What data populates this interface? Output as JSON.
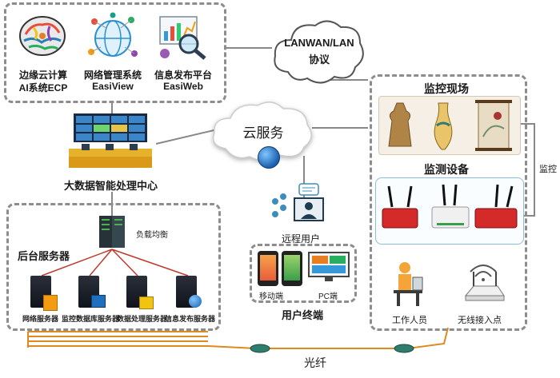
{
  "top_apps": {
    "items": [
      {
        "line1": "边缘云计算",
        "line2": "AI系统ECP",
        "icon": "brain-icon"
      },
      {
        "line1": "网络管理系统",
        "line2": "EasiView",
        "icon": "network-globe-icon"
      },
      {
        "line1": "信息发布平台",
        "line2": "EasiWeb",
        "icon": "analytics-magnifier-icon"
      }
    ]
  },
  "cloud_lan": {
    "line1": "LANWAN/LAN",
    "line2": "协议"
  },
  "cloud_service": {
    "label": "云服务"
  },
  "datacenter": {
    "label": "大数据智能处理中心"
  },
  "backend": {
    "title": "后台服务器",
    "load_balance": "负载均衡",
    "servers": [
      "网络服务器",
      "监控数据库服务器",
      "数据处理服务器",
      "信息发布服务器"
    ]
  },
  "remote_user": {
    "label": "远程用户"
  },
  "terminal": {
    "title": "用户终端",
    "mobile": "移动端",
    "pc": "PC端"
  },
  "monitor_site": {
    "title": "监控现场"
  },
  "monitor_device": {
    "title": "监测设备"
  },
  "monitor_link": {
    "label": "监控"
  },
  "staff": {
    "label": "工作人员"
  },
  "wireless": {
    "label": "无线接入点"
  },
  "fiber": {
    "label": "光纤"
  },
  "colors": {
    "dash": "#8d8d8d",
    "fiber": "#e08a1e",
    "red_line": "#c0392b",
    "device_red": "#d42a2a"
  }
}
